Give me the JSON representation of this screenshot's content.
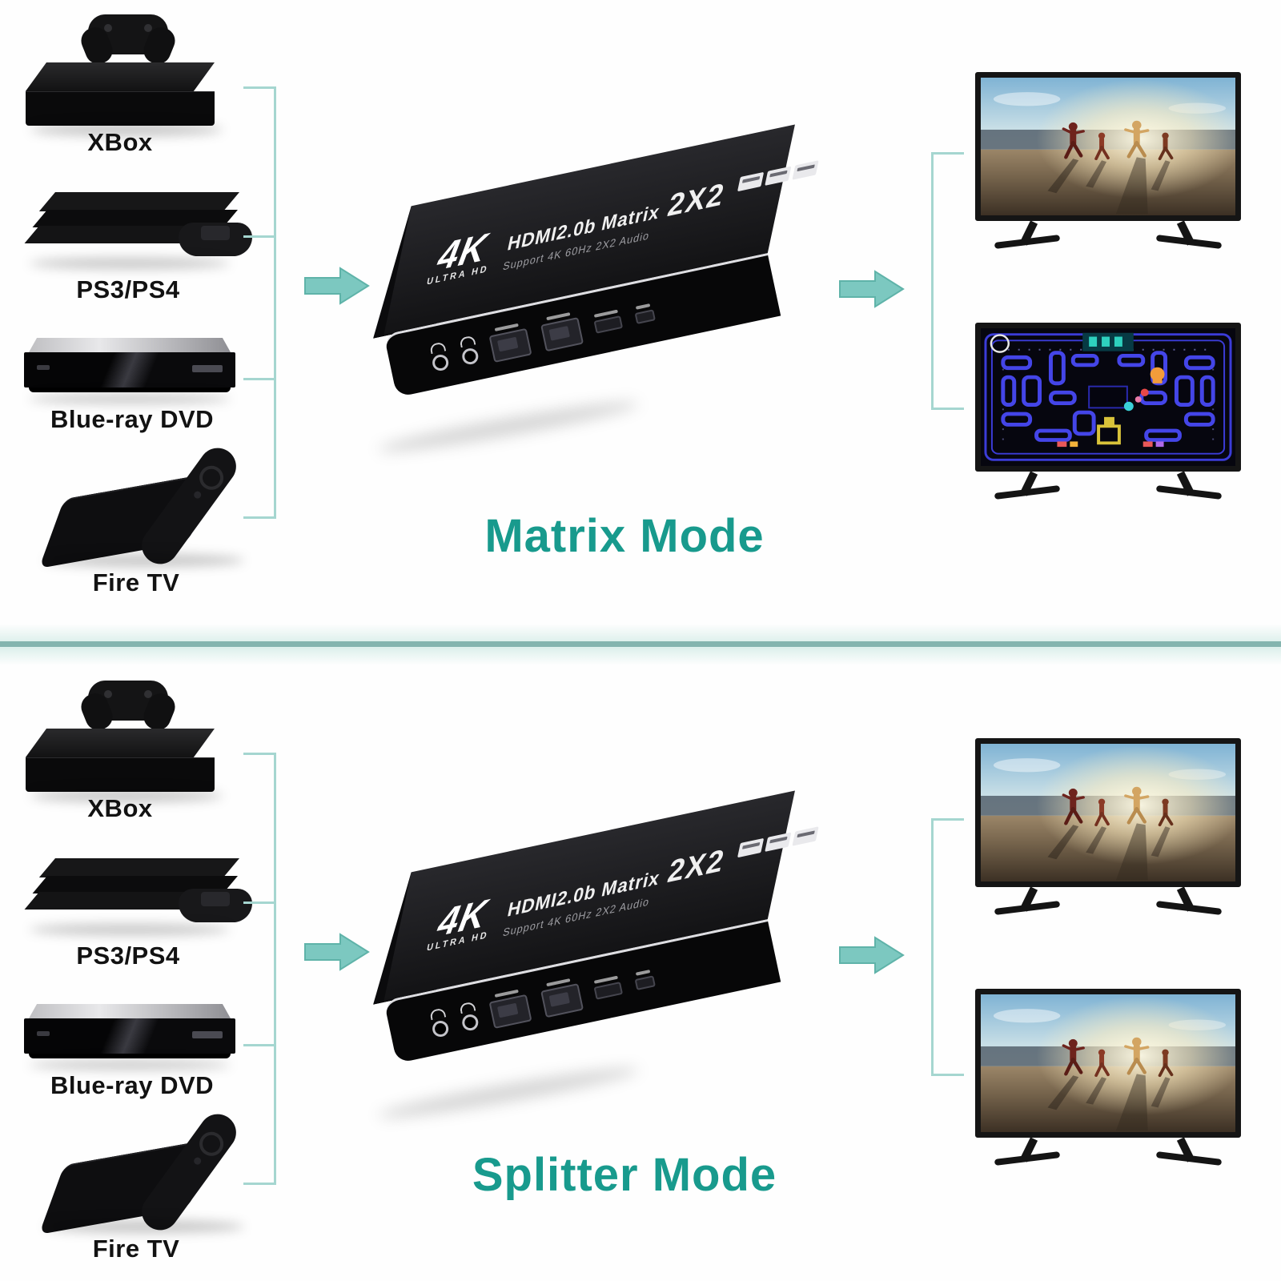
{
  "modes": [
    {
      "id": "matrix",
      "title": "Matrix Mode"
    },
    {
      "id": "splitter",
      "title": "Splitter Mode"
    }
  ],
  "sources": [
    {
      "label": "XBox"
    },
    {
      "label": "PS3/PS4"
    },
    {
      "label": "Blue-ray DVD"
    },
    {
      "label": "Fire TV"
    }
  ],
  "device": {
    "badge_top": "4K",
    "badge_sub": "ULTRA HD",
    "title": "HDMI2.0b Matrix",
    "size_label": "2X2",
    "subtitle": "Support 4K 60Hz 2X2 Audio"
  },
  "displays": {
    "matrix_outputs": [
      "family-beach-photo",
      "pac-man-game"
    ],
    "splitter_outputs": [
      "family-beach-photo",
      "family-beach-photo"
    ]
  },
  "colors": {
    "accent_teal": "#189a8d",
    "arrow_fill": "#7cc8c0",
    "arrow_stroke": "#5fb3a9",
    "bracket_line": "#a5d6d0",
    "divider_line": "#84b5af",
    "label_text": "#121212"
  }
}
